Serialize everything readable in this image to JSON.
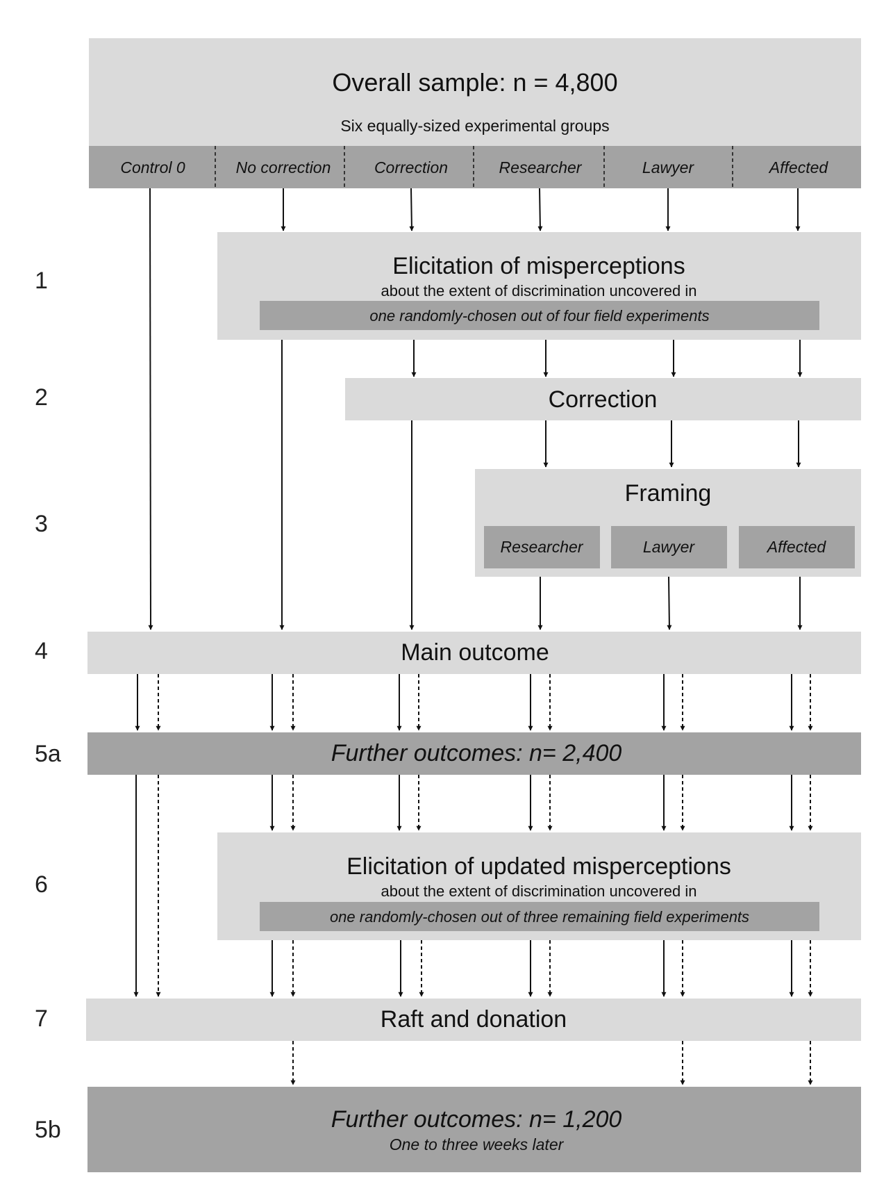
{
  "overall": {
    "title": "Overall sample: n = 4,800",
    "subtitle": "Six equally-sized experimental groups",
    "groups": [
      "Control 0",
      "No correction",
      "Correction",
      "Researcher",
      "Lawyer",
      "Affected"
    ]
  },
  "steps": [
    "1",
    "2",
    "3",
    "4",
    "5a",
    "6",
    "7",
    "5b"
  ],
  "elicitation": {
    "title": "Elicitation of misperceptions",
    "subtitle": "about the extent of discrimination uncovered in",
    "band": "one randomly-chosen out of four field experiments"
  },
  "correction": {
    "title": "Correction"
  },
  "framing": {
    "title": "Framing",
    "options": [
      "Researcher",
      "Lawyer",
      "Affected"
    ]
  },
  "main_outcome": {
    "title": "Main outcome"
  },
  "further_5a": {
    "title": "Further outcomes: n= 2,400"
  },
  "updated": {
    "title": "Elicitation of updated misperceptions",
    "subtitle": "about the extent of discrimination uncovered in",
    "band": "one randomly-chosen out of three remaining field experiments"
  },
  "raft": {
    "title": "Raft and donation"
  },
  "further_5b": {
    "title": "Further outcomes: n= 1,200",
    "subtitle": "One to three weeks later"
  },
  "colors": {
    "light_box": "#dadada",
    "dark_box": "#a3a3a3",
    "arrow": "#111111"
  }
}
